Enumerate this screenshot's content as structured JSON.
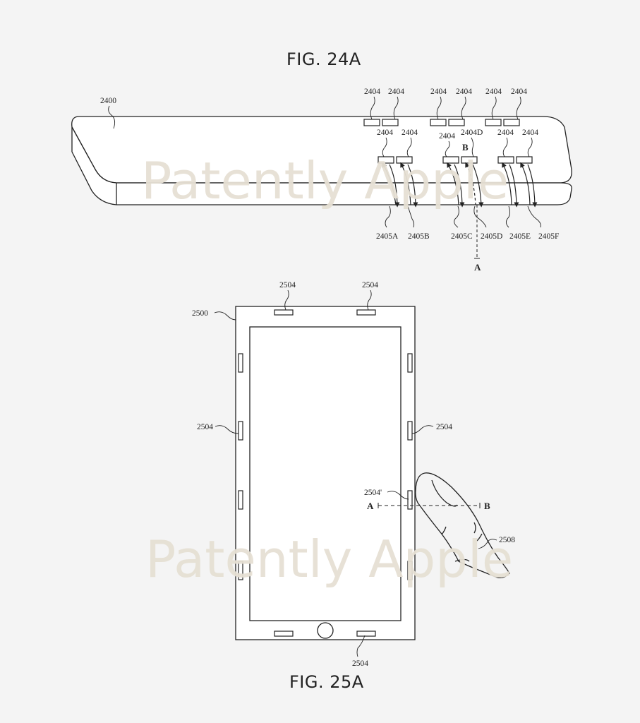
{
  "figures": {
    "fig24a": {
      "title": "FIG. 24A",
      "device_label": "2400",
      "sensor_label": "2404",
      "sensor_top_labels": [
        "2404",
        "2404",
        "2404",
        "2404",
        "2404",
        "2404"
      ],
      "sensor_mid_labels": [
        "2404",
        "2404",
        "2404",
        "2404D",
        "2404",
        "2404"
      ],
      "signal_labels": [
        "2405A",
        "2405B",
        "2405C",
        "2405D",
        "2405E",
        "2405F"
      ],
      "section_start": "B",
      "section_end": "A"
    },
    "fig25a": {
      "title": "FIG. 25A",
      "device_label": "2500",
      "top_sensor_labels": [
        "2504",
        "2504"
      ],
      "left_sensor_label": "2504",
      "right_sensor_label": "2504",
      "touched_sensor_label": "2504'",
      "bottom_sensor_label": "2504",
      "finger_label": "2508",
      "section_start": "A",
      "section_end": "B"
    }
  },
  "watermark": {
    "text_top": "Patently Apple",
    "text_bottom": "Patently Apple",
    "color": "#e6e0d4"
  },
  "colors": {
    "background": "#f4f4f4",
    "line": "#222222",
    "fill": "#ffffff"
  }
}
